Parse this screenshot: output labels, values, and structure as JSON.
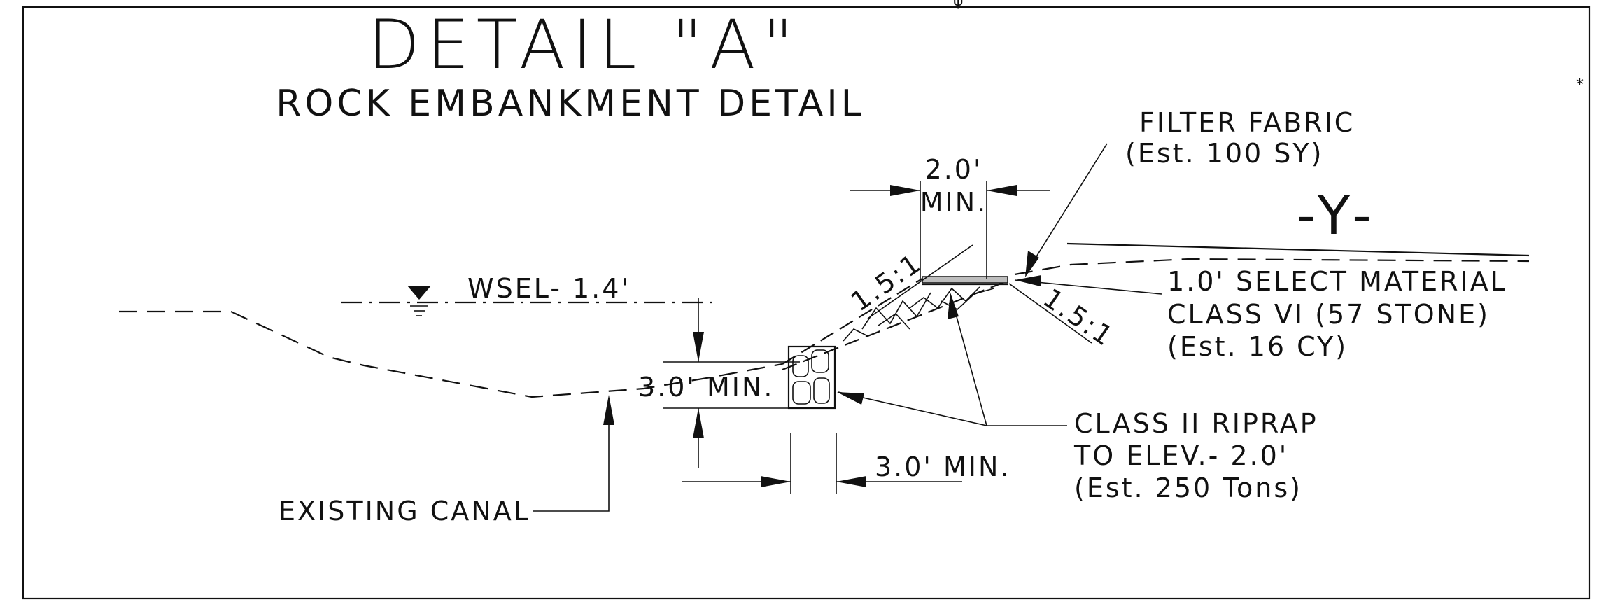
{
  "detail": {
    "title": "DETAIL \"A\"",
    "subtitle": "ROCK EMBANKMENT DETAIL"
  },
  "labels": {
    "filter_fabric": "FILTER FABRIC",
    "filter_fabric_qty": "(Est. 100 SY)",
    "top_width_value": "2.0'",
    "top_width_min": "MIN.",
    "baseline": "-Y-",
    "select_material": "1.0' SELECT MATERIAL",
    "select_material_class": "CLASS VI (57 STONE)",
    "select_material_qty": "(Est. 16 CY)",
    "slope_left": "1.5:1",
    "slope_right": "1.5:1",
    "wsel": "WSEL- 1.4'",
    "depth_min": "3.0' MIN.",
    "toe_width_min": "3.0' MIN.",
    "riprap_class": "CLASS II RIPRAP",
    "riprap_elev": "TO ELEV.- 2.0'",
    "riprap_qty": "(Est. 250 Tons)",
    "existing_canal": "EXISTING CANAL"
  },
  "colors": {
    "ink": "#111111",
    "paper": "#ffffff"
  }
}
